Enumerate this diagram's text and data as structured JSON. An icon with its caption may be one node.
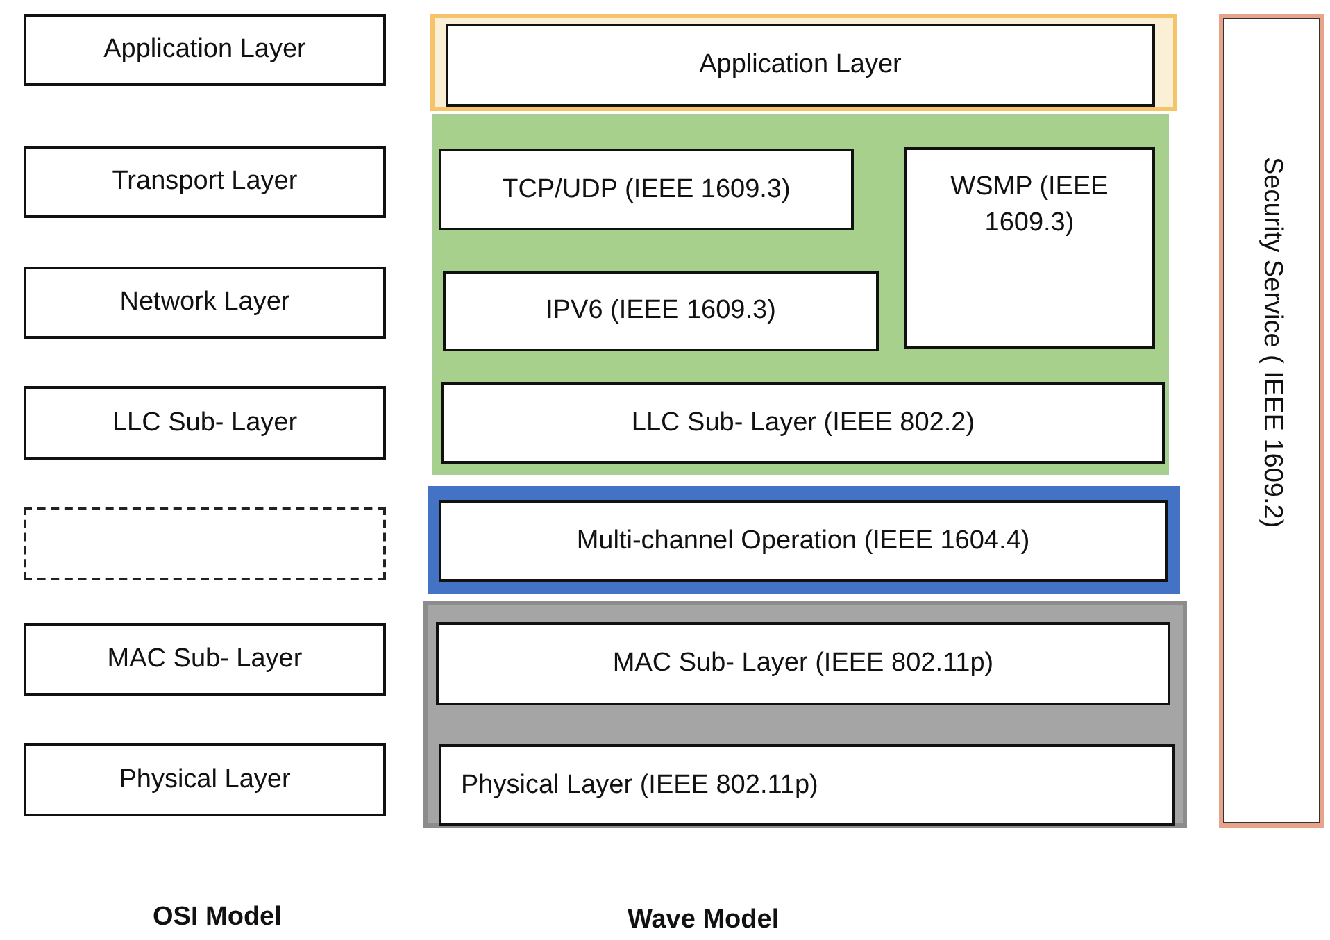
{
  "diagram": {
    "nodes": [
      {
        "text": [
          "Application Layer"
        ]
      },
      {
        "text": [
          "Transport Layer"
        ]
      },
      {
        "text": [
          "Network Layer"
        ]
      },
      {
        "text": [
          "LLC Sub- Layer"
        ]
      },
      {
        "text": [],
        "shape": "box"
      },
      {
        "text": [
          "MAC Sub- Layer"
        ]
      },
      {
        "text": [
          "Physical Layer"
        ]
      },
      {
        "text": [],
        "shape": "band"
      },
      {
        "text": [
          "Application Layer"
        ],
        "in": 7
      },
      {
        "text": [],
        "shape": "band"
      },
      {
        "text": [
          "TCP/UDP (IEEE 1609.3)"
        ],
        "in": 9
      },
      {
        "text": [
          "WSMP (IEEE 1609.3)"
        ],
        "in": 9
      },
      {
        "text": [
          "IPV6 (IEEE 1609.3)"
        ],
        "in": 9
      },
      {
        "text": [
          "LLC Sub- Layer (IEEE 802.2)"
        ],
        "in": 9
      },
      {
        "text": [],
        "shape": "band"
      },
      {
        "text": [
          "Multi-channel Operation (IEEE 1604.4)"
        ],
        "in": 14
      },
      {
        "text": [],
        "shape": "band"
      },
      {
        "text": [
          "MAC Sub- Layer (IEEE 802.11p)"
        ],
        "in": 16
      },
      {
        "text": [
          "Physical Layer (IEEE 802.11p)"
        ],
        "in": 16
      },
      {
        "text": [
          "Security Service ( IEEE 1609.2)"
        ]
      }
    ],
    "labels": [
      "OSI Model",
      "Wave Model"
    ]
  }
}
